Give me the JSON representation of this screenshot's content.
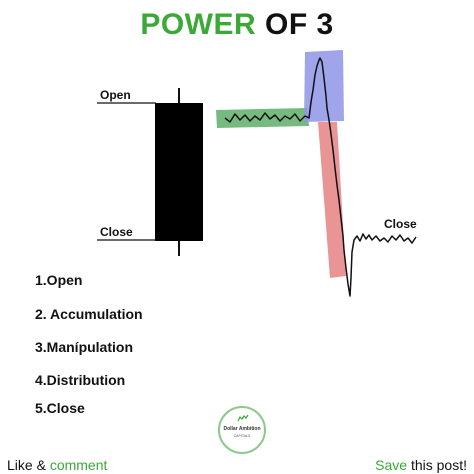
{
  "title": {
    "part1": "POWER",
    "part2": "OF 3",
    "color_accent": "#3aa935",
    "color_main": "#111111"
  },
  "candle_labels": {
    "open": "Open",
    "close": "Close"
  },
  "chart_label": "Close",
  "zones": {
    "accumulation_color": "#5fae6a",
    "manipulation_color": "#8f95e8",
    "distribution_color": "#e88a8a"
  },
  "steps": [
    "1.Open",
    "2. Accumulation",
    "3.Manípulation",
    "4.Distribution",
    "5.Close"
  ],
  "footer": {
    "left_prefix": "Like & ",
    "left_highlight": "comment",
    "right_highlight": "Save",
    "right_suffix": " this post!"
  },
  "logo": {
    "line1": "Dollar Ambition",
    "line2": "CAPITALS",
    "icon": "bull-logo-icon"
  }
}
